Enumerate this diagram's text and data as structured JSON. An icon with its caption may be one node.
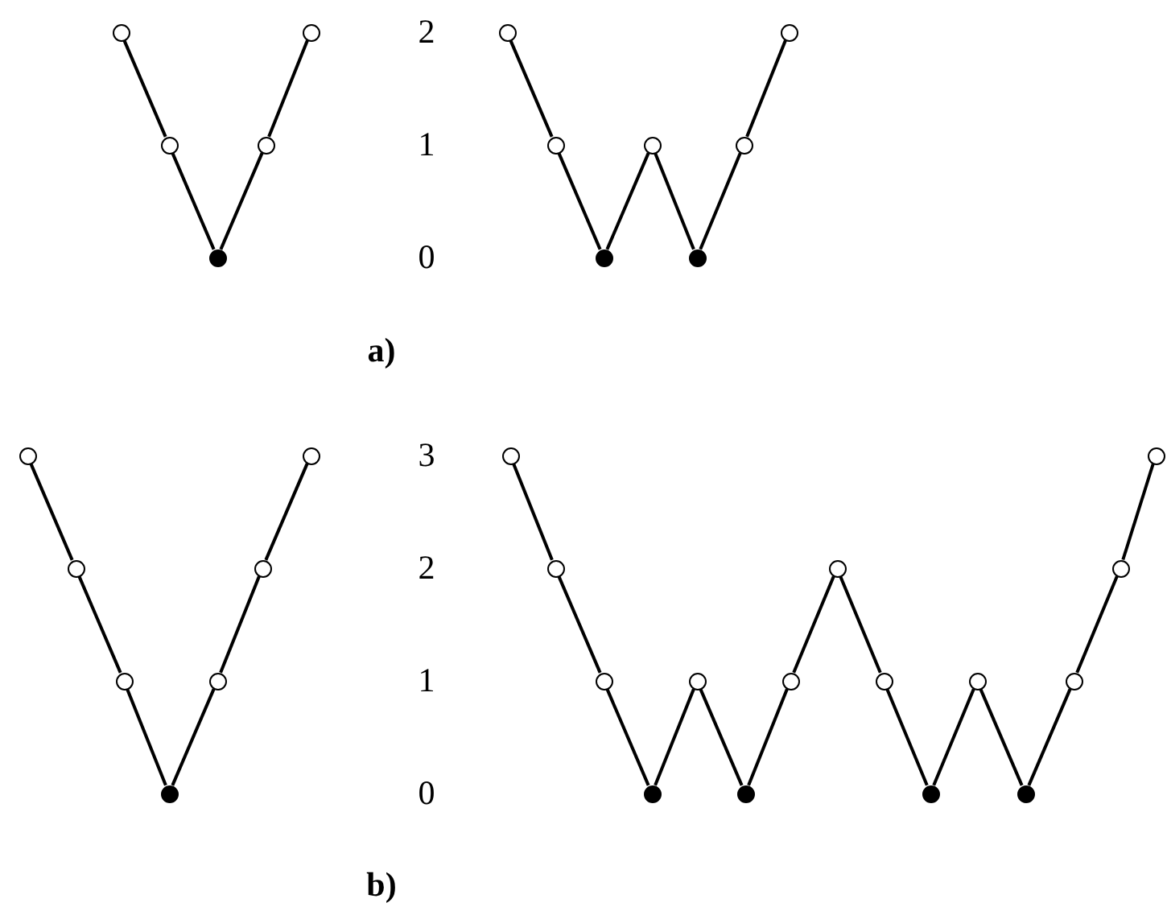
{
  "diagram": {
    "nodes": [
      {
        "text": [],
        "shape": "circle"
      },
      {
        "text": [],
        "shape": "circle"
      },
      {
        "text": [],
        "shape": "dot"
      },
      {
        "text": [],
        "shape": "circle"
      },
      {
        "text": [],
        "shape": "circle"
      },
      {
        "text": [],
        "shape": "circle"
      },
      {
        "text": [],
        "shape": "circle"
      },
      {
        "text": [],
        "shape": "dot"
      },
      {
        "text": [],
        "shape": "circle"
      },
      {
        "text": [],
        "shape": "dot"
      },
      {
        "text": [],
        "shape": "circle"
      },
      {
        "text": [],
        "shape": "circle"
      },
      {
        "text": [],
        "shape": "circle"
      },
      {
        "text": [],
        "shape": "circle"
      },
      {
        "text": [],
        "shape": "circle"
      },
      {
        "text": [],
        "shape": "dot"
      },
      {
        "text": [],
        "shape": "circle"
      },
      {
        "text": [],
        "shape": "circle"
      },
      {
        "text": [],
        "shape": "circle"
      },
      {
        "text": [],
        "shape": "circle"
      },
      {
        "text": [],
        "shape": "circle"
      },
      {
        "text": [],
        "shape": "circle"
      },
      {
        "text": [],
        "shape": "dot"
      },
      {
        "text": [],
        "shape": "circle"
      },
      {
        "text": [],
        "shape": "dot"
      },
      {
        "text": [],
        "shape": "circle"
      },
      {
        "text": [],
        "shape": "circle"
      },
      {
        "text": [],
        "shape": "circle"
      },
      {
        "text": [],
        "shape": "dot"
      },
      {
        "text": [],
        "shape": "circle"
      },
      {
        "text": [],
        "shape": "dot"
      },
      {
        "text": [],
        "shape": "circle"
      },
      {
        "text": [],
        "shape": "circle"
      },
      {
        "text": [],
        "shape": "circle"
      }
    ],
    "edges": [
      {
        "from": 0,
        "to": 1,
        "arrow": "none"
      },
      {
        "from": 1,
        "to": 2,
        "arrow": "none"
      },
      {
        "from": 2,
        "to": 3,
        "arrow": "none"
      },
      {
        "from": 3,
        "to": 4,
        "arrow": "none"
      },
      {
        "from": 5,
        "to": 6,
        "arrow": "none"
      },
      {
        "from": 6,
        "to": 7,
        "arrow": "none"
      },
      {
        "from": 7,
        "to": 8,
        "arrow": "none"
      },
      {
        "from": 8,
        "to": 9,
        "arrow": "none"
      },
      {
        "from": 9,
        "to": 10,
        "arrow": "none"
      },
      {
        "from": 10,
        "to": 11,
        "arrow": "none"
      },
      {
        "from": 12,
        "to": 13,
        "arrow": "none"
      },
      {
        "from": 13,
        "to": 14,
        "arrow": "none"
      },
      {
        "from": 14,
        "to": 15,
        "arrow": "none"
      },
      {
        "from": 15,
        "to": 16,
        "arrow": "none"
      },
      {
        "from": 16,
        "to": 17,
        "arrow": "none"
      },
      {
        "from": 17,
        "to": 18,
        "arrow": "none"
      },
      {
        "from": 19,
        "to": 20,
        "arrow": "none"
      },
      {
        "from": 20,
        "to": 21,
        "arrow": "none"
      },
      {
        "from": 21,
        "to": 22,
        "arrow": "none"
      },
      {
        "from": 22,
        "to": 23,
        "arrow": "none"
      },
      {
        "from": 23,
        "to": 24,
        "arrow": "none"
      },
      {
        "from": 24,
        "to": 25,
        "arrow": "none"
      },
      {
        "from": 25,
        "to": 26,
        "arrow": "none"
      },
      {
        "from": 26,
        "to": 27,
        "arrow": "none"
      },
      {
        "from": 27,
        "to": 28,
        "arrow": "none"
      },
      {
        "from": 28,
        "to": 29,
        "arrow": "none"
      },
      {
        "from": 29,
        "to": 30,
        "arrow": "none"
      },
      {
        "from": 30,
        "to": 31,
        "arrow": "none"
      },
      {
        "from": 31,
        "to": 32,
        "arrow": "none"
      },
      {
        "from": 32,
        "to": 33,
        "arrow": "none"
      }
    ],
    "labels": [
      "2",
      "1",
      "0",
      "a)",
      "3",
      "2",
      "1",
      "0",
      "b)"
    ]
  }
}
